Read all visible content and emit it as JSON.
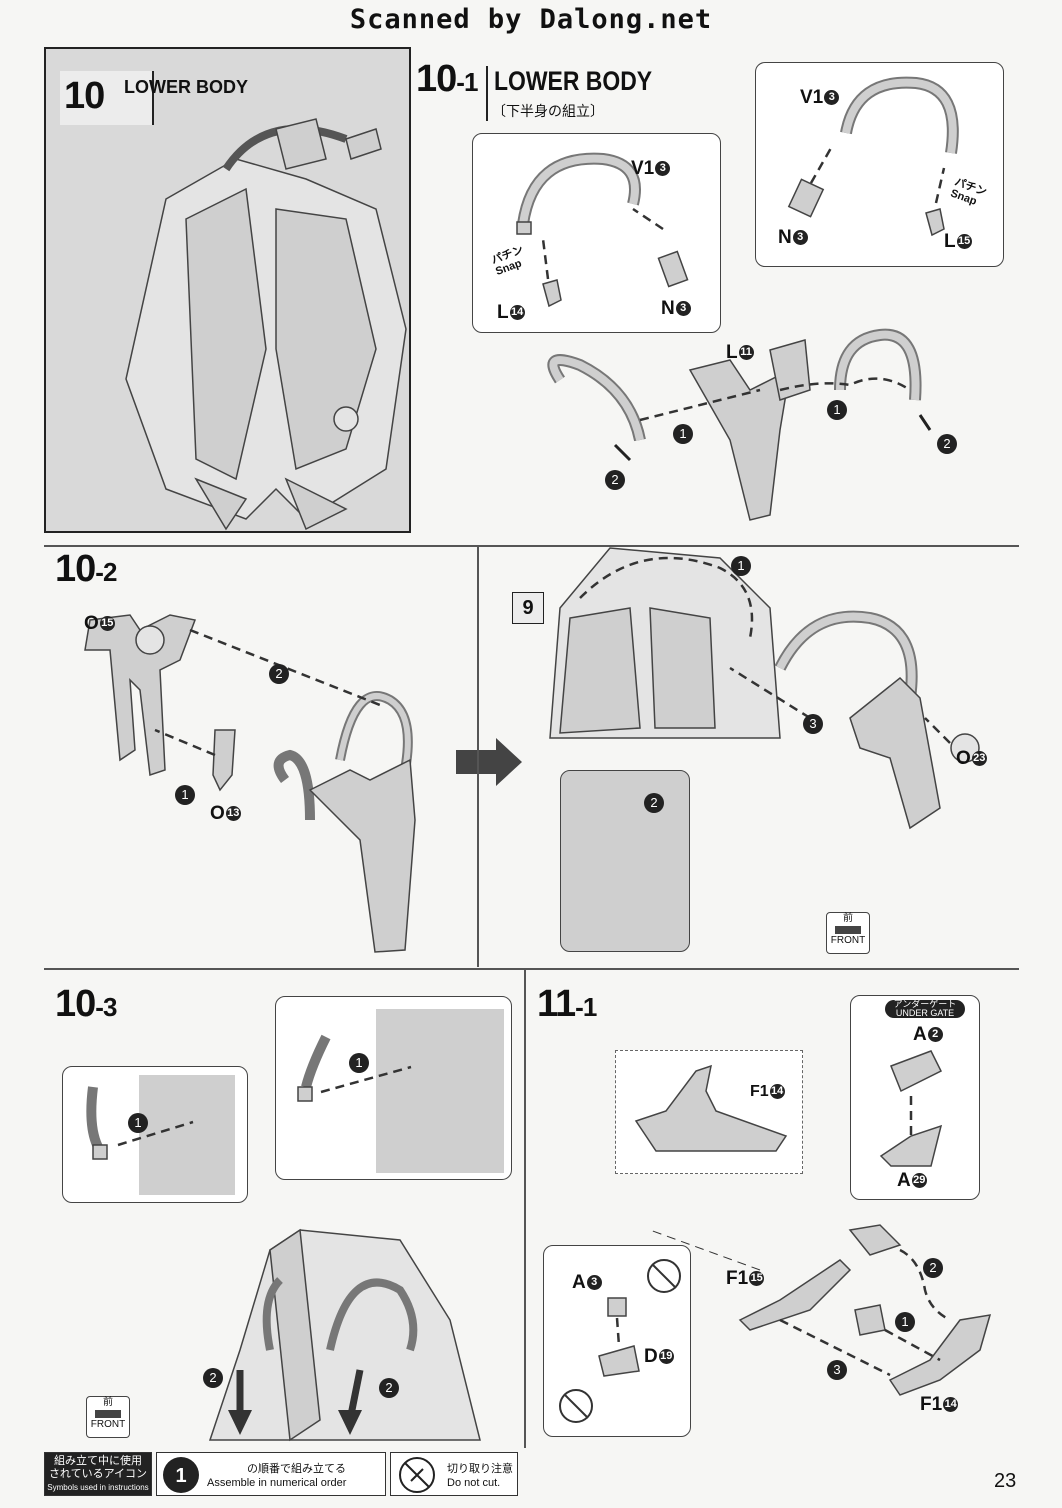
{
  "header": {
    "scanned_by": "Scanned by Dalong.net"
  },
  "step10": {
    "number": "10",
    "title": "LOWER BODY"
  },
  "step10_1": {
    "number": "10",
    "sub": "-1",
    "title": "LOWER BODY",
    "title_jp": "〔下半身の組立〕",
    "parts_left_bubble": {
      "v1": "V1",
      "v1_n": "3",
      "l": "L",
      "l_n": "14",
      "n": "N",
      "n_n": "3",
      "snap_jp": "パチン",
      "snap_en": "Snap"
    },
    "parts_right_bubble": {
      "v1": "V1",
      "v1_n": "3",
      "n": "N",
      "n_n": "3",
      "l": "L",
      "l_n": "15",
      "snap_jp": "パチン",
      "snap_en": "Snap"
    },
    "l11": "L",
    "l11_n": "11",
    "order": [
      "1",
      "2"
    ]
  },
  "step10_2": {
    "number": "10",
    "sub": "-2",
    "o15": "O",
    "o15_n": "15",
    "o13": "O",
    "o13_n": "13",
    "o23": "O",
    "o23_n": "23",
    "ref_box": "9",
    "order": [
      "1",
      "2",
      "3"
    ],
    "front_jp": "前",
    "front_en": "FRONT"
  },
  "step10_3": {
    "number": "10",
    "sub": "-3",
    "front_jp": "前",
    "front_en": "FRONT",
    "order": [
      "1",
      "2"
    ]
  },
  "step11_1": {
    "number": "11",
    "sub": "-1",
    "f1_14": "F1",
    "f1_14_n": "14",
    "under_gate_jp": "アンダーゲート",
    "under_gate_en": "UNDER GATE",
    "a2": "A",
    "a2_n": "2",
    "a29": "A",
    "a29_n": "29",
    "a3": "A",
    "a3_n": "3",
    "d19": "D",
    "d19_n": "19",
    "f1_15": "F1",
    "f1_15_n": "15",
    "order": [
      "1",
      "2",
      "3"
    ]
  },
  "footer": {
    "legend_jp_1": "組み立て中に使用",
    "legend_jp_2": "されているアイコン",
    "legend_en": "Symbols used in instructions",
    "order_jp": "の順番で組み立てる",
    "order_en": "Assemble in numerical order",
    "cut_jp": "切り取り注意",
    "cut_en": "Do not cut.",
    "page_number": "23"
  },
  "colors": {
    "ink": "#111111",
    "panel_gray": "#d4d4d4",
    "paper": "#f6f6f4"
  }
}
